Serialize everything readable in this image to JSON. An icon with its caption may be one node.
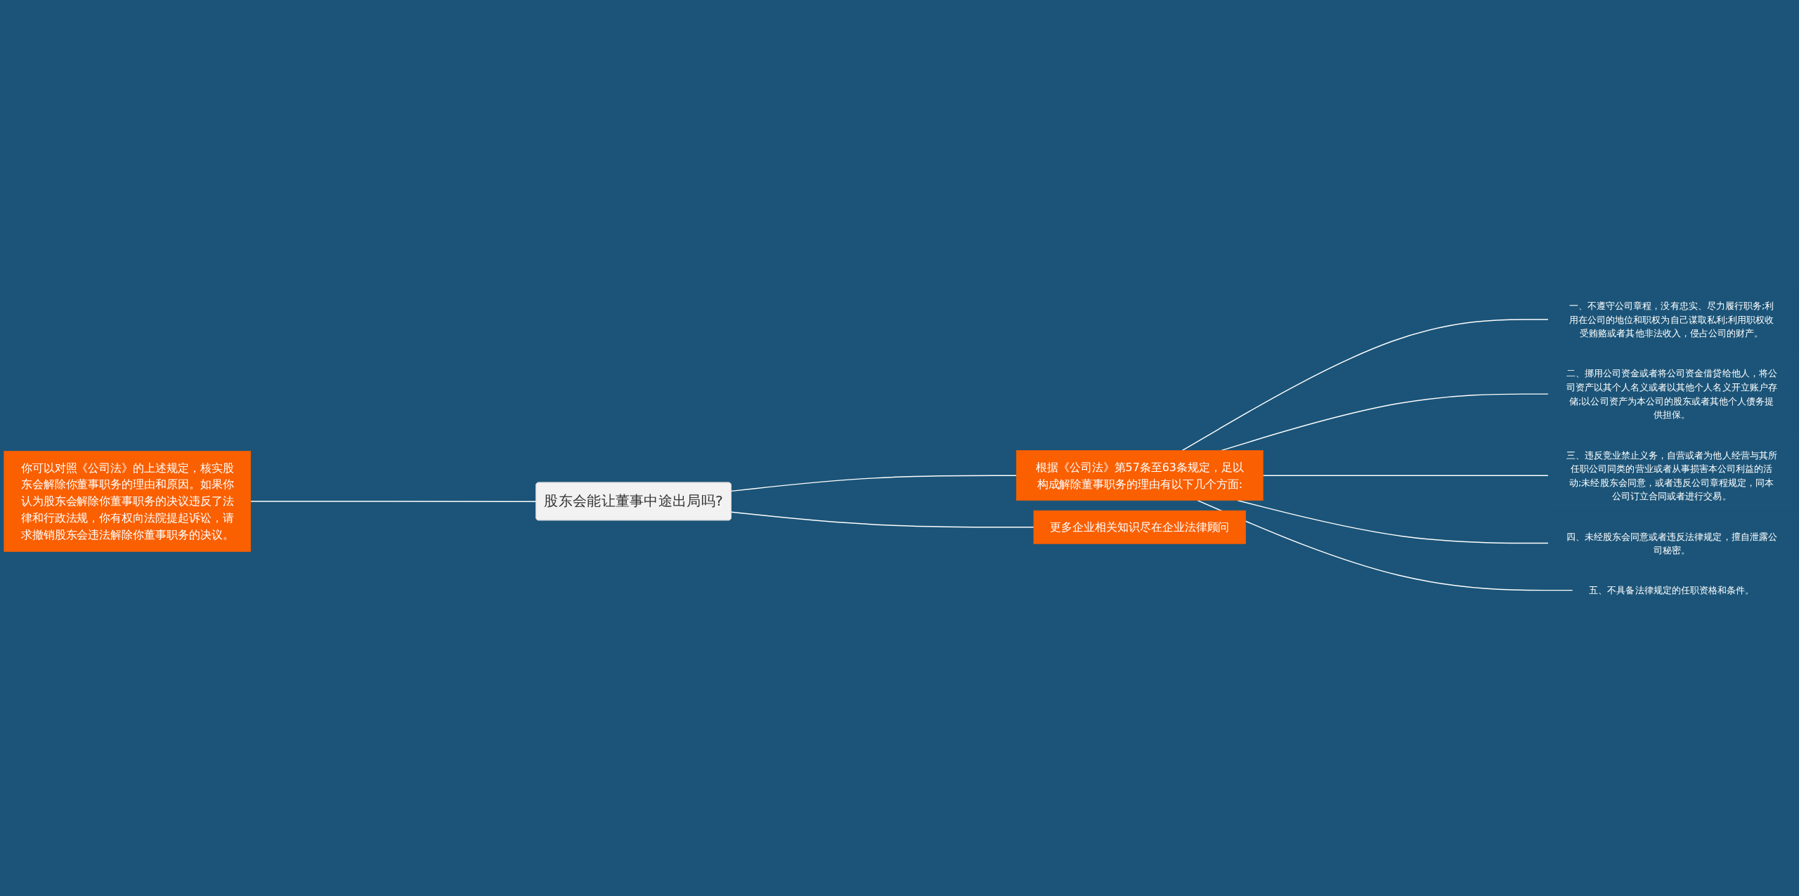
{
  "diagram": {
    "nodes": [
      {
        "text": [
          "你可以对照《公司法》的上述规定，核实股东会解除你董事职务的理由和原因。如果你认为股东会解除你董事职务的决议违反了法律和行政法规，你有权向法院提起诉讼，请求撤销股东会违法解除你董事职务的决议。"
        ]
      },
      {
        "text": [
          "股东会能让董事中途出局吗?"
        ]
      },
      {
        "text": [
          "根据《公司法》第57条至63条规定，足以构成解除董事职务的理由有以下几个方面:"
        ]
      },
      {
        "text": [
          "一、不遵守公司章程，没有忠实、尽力履行职务;利用在公司的地位和职权为自己谋取私利;利用职权收受贿赂或者其他非法收入，侵占公司的财产。"
        ]
      },
      {
        "text": [
          "二、挪用公司资金或者将公司资金借贷给他人，将公司资产以其个人名义或者以其他个人名义开立账户存储;以公司资产为本公司的股东或者其他个人债务提供担保。"
        ]
      },
      {
        "text": [
          "三、违反竞业禁止义务，自营或者为他人经营与其所任职公司同类的营业或者从事损害本公司利益的活动;未经股东会同意，或者违反公司章程规定，同本公司订立合同或者进行交易。"
        ]
      },
      {
        "text": [
          "四、未经股东会同意或者违反法律规定，擅自泄露公司秘密。"
        ]
      },
      {
        "text": [
          "五、不具备法律规定的任职资格和条件。"
        ]
      },
      {
        "text": [
          "更多企业相关知识尽在企业法律顾问"
        ]
      }
    ],
    "edges": [
      {
        "from": 0,
        "to": 1,
        "arrow": "none"
      },
      {
        "from": 1,
        "to": 2,
        "arrow": "none"
      },
      {
        "from": 1,
        "to": 8,
        "arrow": "none"
      },
      {
        "from": 2,
        "to": 3,
        "arrow": "none"
      },
      {
        "from": 2,
        "to": 4,
        "arrow": "none"
      },
      {
        "from": 2,
        "to": 5,
        "arrow": "none"
      },
      {
        "from": 2,
        "to": 6,
        "arrow": "none"
      },
      {
        "from": 2,
        "to": 7,
        "arrow": "none"
      }
    ]
  }
}
